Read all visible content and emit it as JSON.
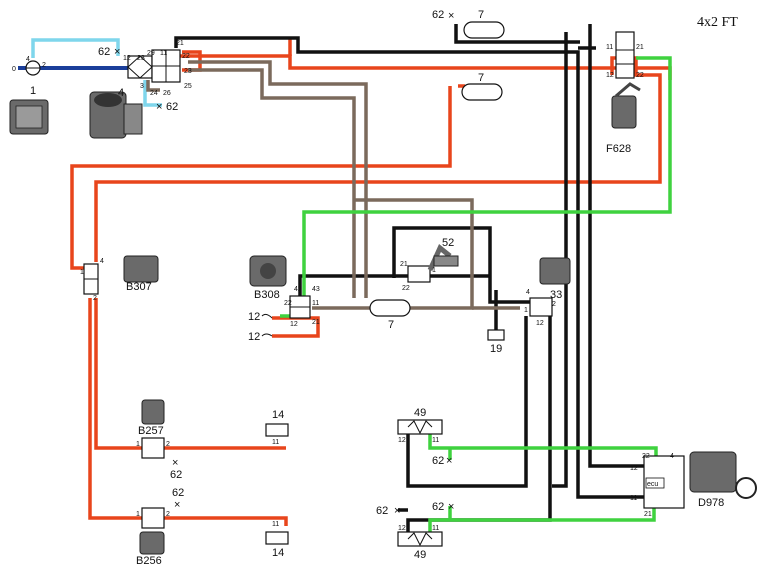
{
  "title": "4x2 FT",
  "colors": {
    "circuit_red": "#e8451c",
    "circuit_green": "#3fd23f",
    "circuit_black": "#111111",
    "circuit_brown": "#7b6a5c",
    "supply_dark_blue": "#1a3e9a",
    "supply_light_blue": "#7fd6ec"
  },
  "components": {
    "c1": "1",
    "c4": "4",
    "c7a": "7",
    "c7b": "7",
    "c7c": "7",
    "c12a": "12",
    "c12b": "12",
    "c14a": "14",
    "c14b": "14",
    "c19": "19",
    "c33": "33",
    "c49a": "49",
    "c49b": "49",
    "c52": "52",
    "b256": "B256",
    "b257": "B257",
    "b307": "B307",
    "b308": "B308",
    "d978": "D978",
    "f628": "F628",
    "ecu": "ecu"
  },
  "plugs": {
    "p_top_valve": "62",
    "p_dryer": "62",
    "p_dryer_bottom": "62",
    "p_b257": "62",
    "p_b256": "62",
    "p_49a": "62",
    "p_49b": "62",
    "p_left_49b": "62"
  },
  "ports": {
    "dryer_in": "1",
    "dryer_0": "0",
    "dryer_2": "2",
    "dryer_4": "4",
    "dryer_12": "12",
    "dryer_23": "23",
    "dryer_3": "3",
    "dryer_21": "21",
    "dryer_22": "22",
    "dryer_23b": "23",
    "dryer_24": "24",
    "dryer_25": "25",
    "dryer_26": "26",
    "dryer_25b": "25",
    "dryer_29": "29",
    "dryer_11": "11",
    "f628_11": "11",
    "f628_21": "21",
    "f628_12": "12",
    "f628_22": "22",
    "b307_1": "1",
    "b307_2": "2",
    "b307_4": "4",
    "b308_42": "42",
    "b308_43": "43",
    "b308_22": "22",
    "b308_11": "11",
    "b308_12": "12",
    "b308_21": "21",
    "v52_21": "21",
    "v52_1": "1",
    "v52_22": "22",
    "v33_4": "4",
    "v33_1": "1",
    "v33_2": "2",
    "v33_12": "12",
    "b257_1": "1",
    "b257_2": "2",
    "b256_1": "1",
    "b256_2": "2",
    "c14a_11": "11",
    "c14b_11": "11",
    "c49a_12": "12",
    "c49a_11": "11",
    "c49b_12": "12",
    "c49b_11": "11",
    "ecu_22": "22",
    "ecu_4": "4",
    "ecu_12": "12",
    "ecu_11": "11",
    "ecu_21": "21"
  }
}
